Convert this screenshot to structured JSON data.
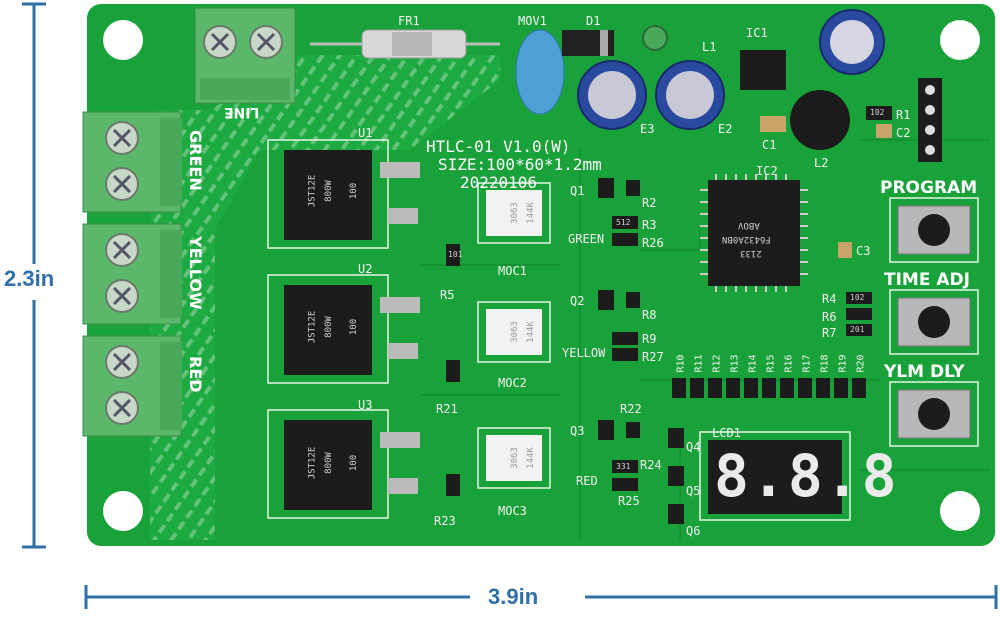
{
  "dimensions": {
    "height_label": "2.3in",
    "width_label": "3.9in"
  },
  "board": {
    "title_line1": "HTLC-01 V1.0(W)",
    "title_line2": "SIZE:100*60*1.2mm",
    "title_line3": "20220106",
    "terminal_labels": [
      "LINE",
      "GREEN",
      "YELLOW",
      "RED"
    ],
    "button_labels": [
      "PROGRAM",
      "TIME ADJ",
      "YLM DLY"
    ],
    "components": {
      "fuse": "FR1",
      "varistor": "MOV1",
      "diode": "D1",
      "inductor1": "L1",
      "ic1": "IC1",
      "e3": "E3",
      "e2": "E2",
      "c1": "C1",
      "l2": "L2",
      "r1": "R1",
      "c2": "C2",
      "ic2": "IC2",
      "c3": "C3",
      "u1": "U1",
      "u2": "U2",
      "u3": "U3",
      "q1": "Q1",
      "q2": "Q2",
      "q3": "Q3",
      "q4": "Q4",
      "q5": "Q5",
      "q6": "Q6",
      "moc1": "MOC1",
      "moc2": "MOC2",
      "moc3": "MOC3",
      "r2": "R2",
      "r3": "R3",
      "r26": "R26",
      "r5": "R5",
      "r8": "R8",
      "r9": "R9",
      "r27": "R27",
      "r21": "R21",
      "r22": "R22",
      "r24": "R24",
      "r25": "R25",
      "r23": "R23",
      "r4": "R4",
      "r6": "R6",
      "r7": "R7",
      "lcd": "LCD1",
      "green": "GREEN",
      "yellow": "YELLOW",
      "red": "RED",
      "rbank": [
        "R10",
        "R11",
        "R12",
        "R13",
        "R14",
        "R15",
        "R16",
        "R17",
        "R18",
        "R19",
        "R20"
      ]
    },
    "chip_text": {
      "ic2_line1": "ABOV",
      "ic2_line2": "F6432A0BN",
      "ic2_line3": "2133",
      "triac_line1": "JST12E",
      "triac_line2": "800W",
      "triac_line3": "100",
      "moc_line1": "3063",
      "moc_line2": "144K",
      "resistor_codes": [
        "102",
        "512",
        "101",
        "331",
        "102",
        "201"
      ]
    },
    "display": "8.8.8"
  },
  "colors": {
    "pcb": "#1aa23a",
    "terminal": "#5bb86a",
    "dimension": "#2f6fa8"
  }
}
